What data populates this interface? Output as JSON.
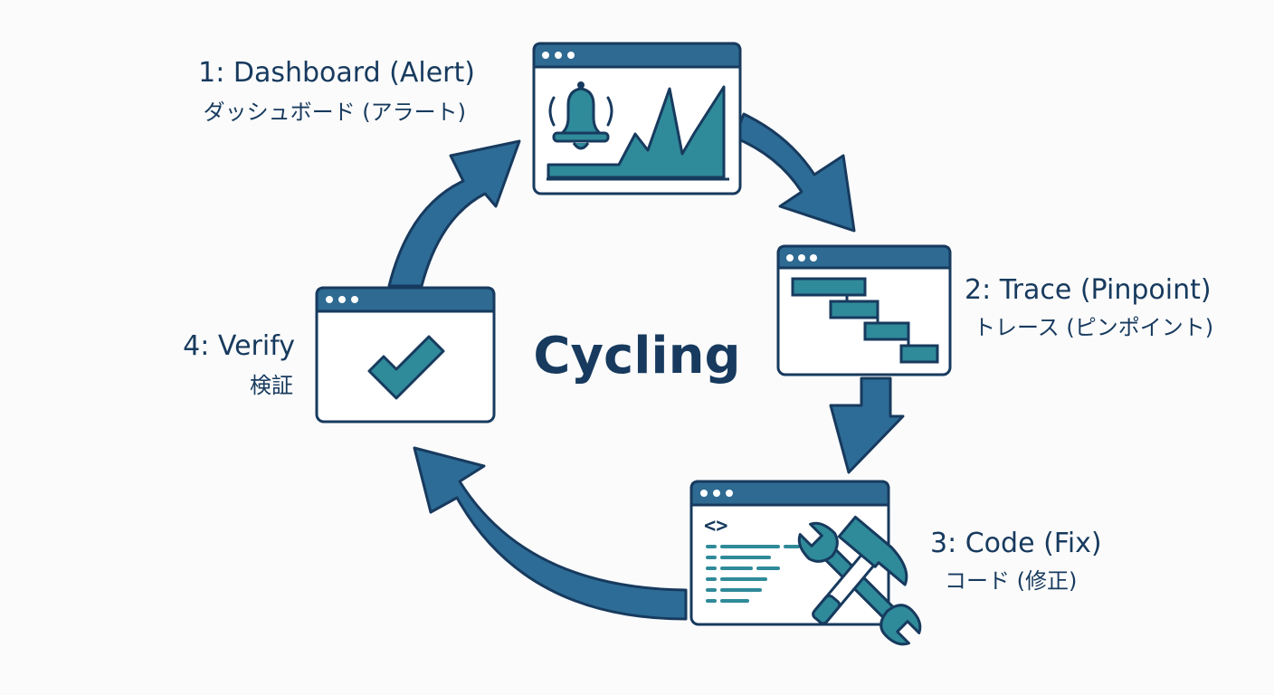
{
  "center_label": "Cycling",
  "steps": [
    {
      "title": "1: Dashboard (Alert)",
      "subtitle": "ダッシュボード (アラート)",
      "icon": "bell-icon"
    },
    {
      "title": "2: Trace (Pinpoint)",
      "subtitle": "トレース (ピンポイント)",
      "icon": "gantt-chart-icon"
    },
    {
      "title": "3: Code (Fix)",
      "subtitle": "コード (修正)",
      "icon": "hammer-wrench-icon"
    },
    {
      "title": "4: Verify",
      "subtitle": "検証",
      "icon": "checkmark-icon"
    }
  ],
  "code_window": {
    "tag": "<>"
  },
  "colors": {
    "navy": "#173a5e",
    "arrow_blue": "#2d6c96",
    "teal": "#2f8a99",
    "titlebar": "#2e6a92",
    "background": "#fbfbfb"
  }
}
